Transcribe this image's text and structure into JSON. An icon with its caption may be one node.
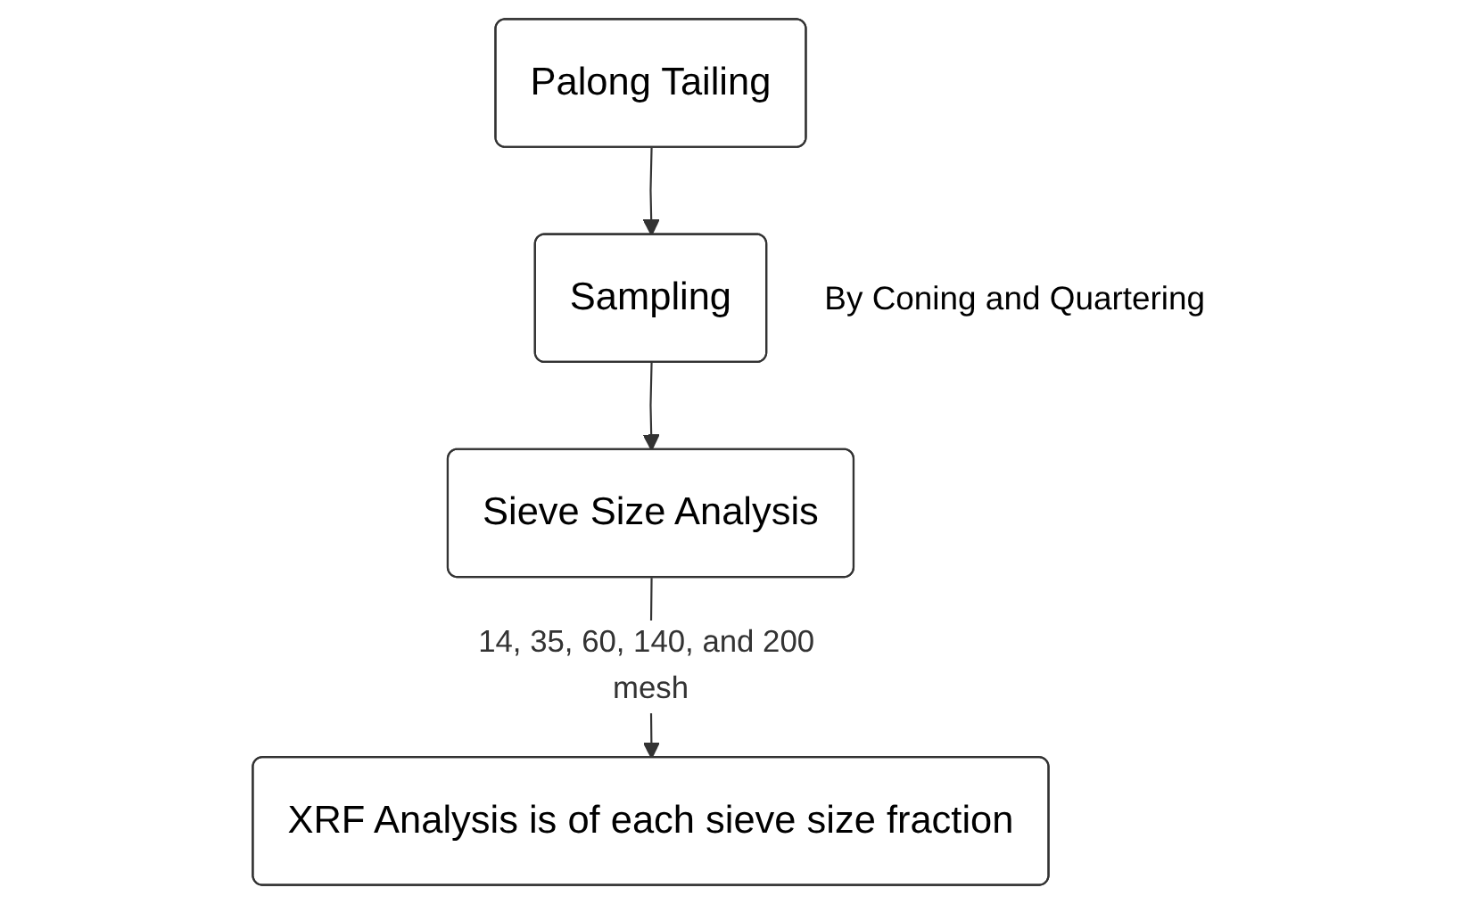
{
  "diagram": {
    "nodes": [
      {
        "text": [
          "Palong Tailing"
        ]
      },
      {
        "text": [
          "Sampling"
        ],
        "beside": [
          "By Coning and Quartering"
        ]
      },
      {
        "text": [
          "Sieve Size Analysis"
        ]
      },
      {
        "text": [
          "XRF Analysis is of each sieve size fraction"
        ]
      }
    ],
    "edges": [
      {
        "from": 0,
        "to": 1,
        "arrow": "to"
      },
      {
        "from": 1,
        "to": 2,
        "arrow": "to"
      },
      {
        "from": 2,
        "to": 3,
        "arrow": "to",
        "label": "14, 35, 60, 140, and 200 mesh"
      }
    ]
  }
}
